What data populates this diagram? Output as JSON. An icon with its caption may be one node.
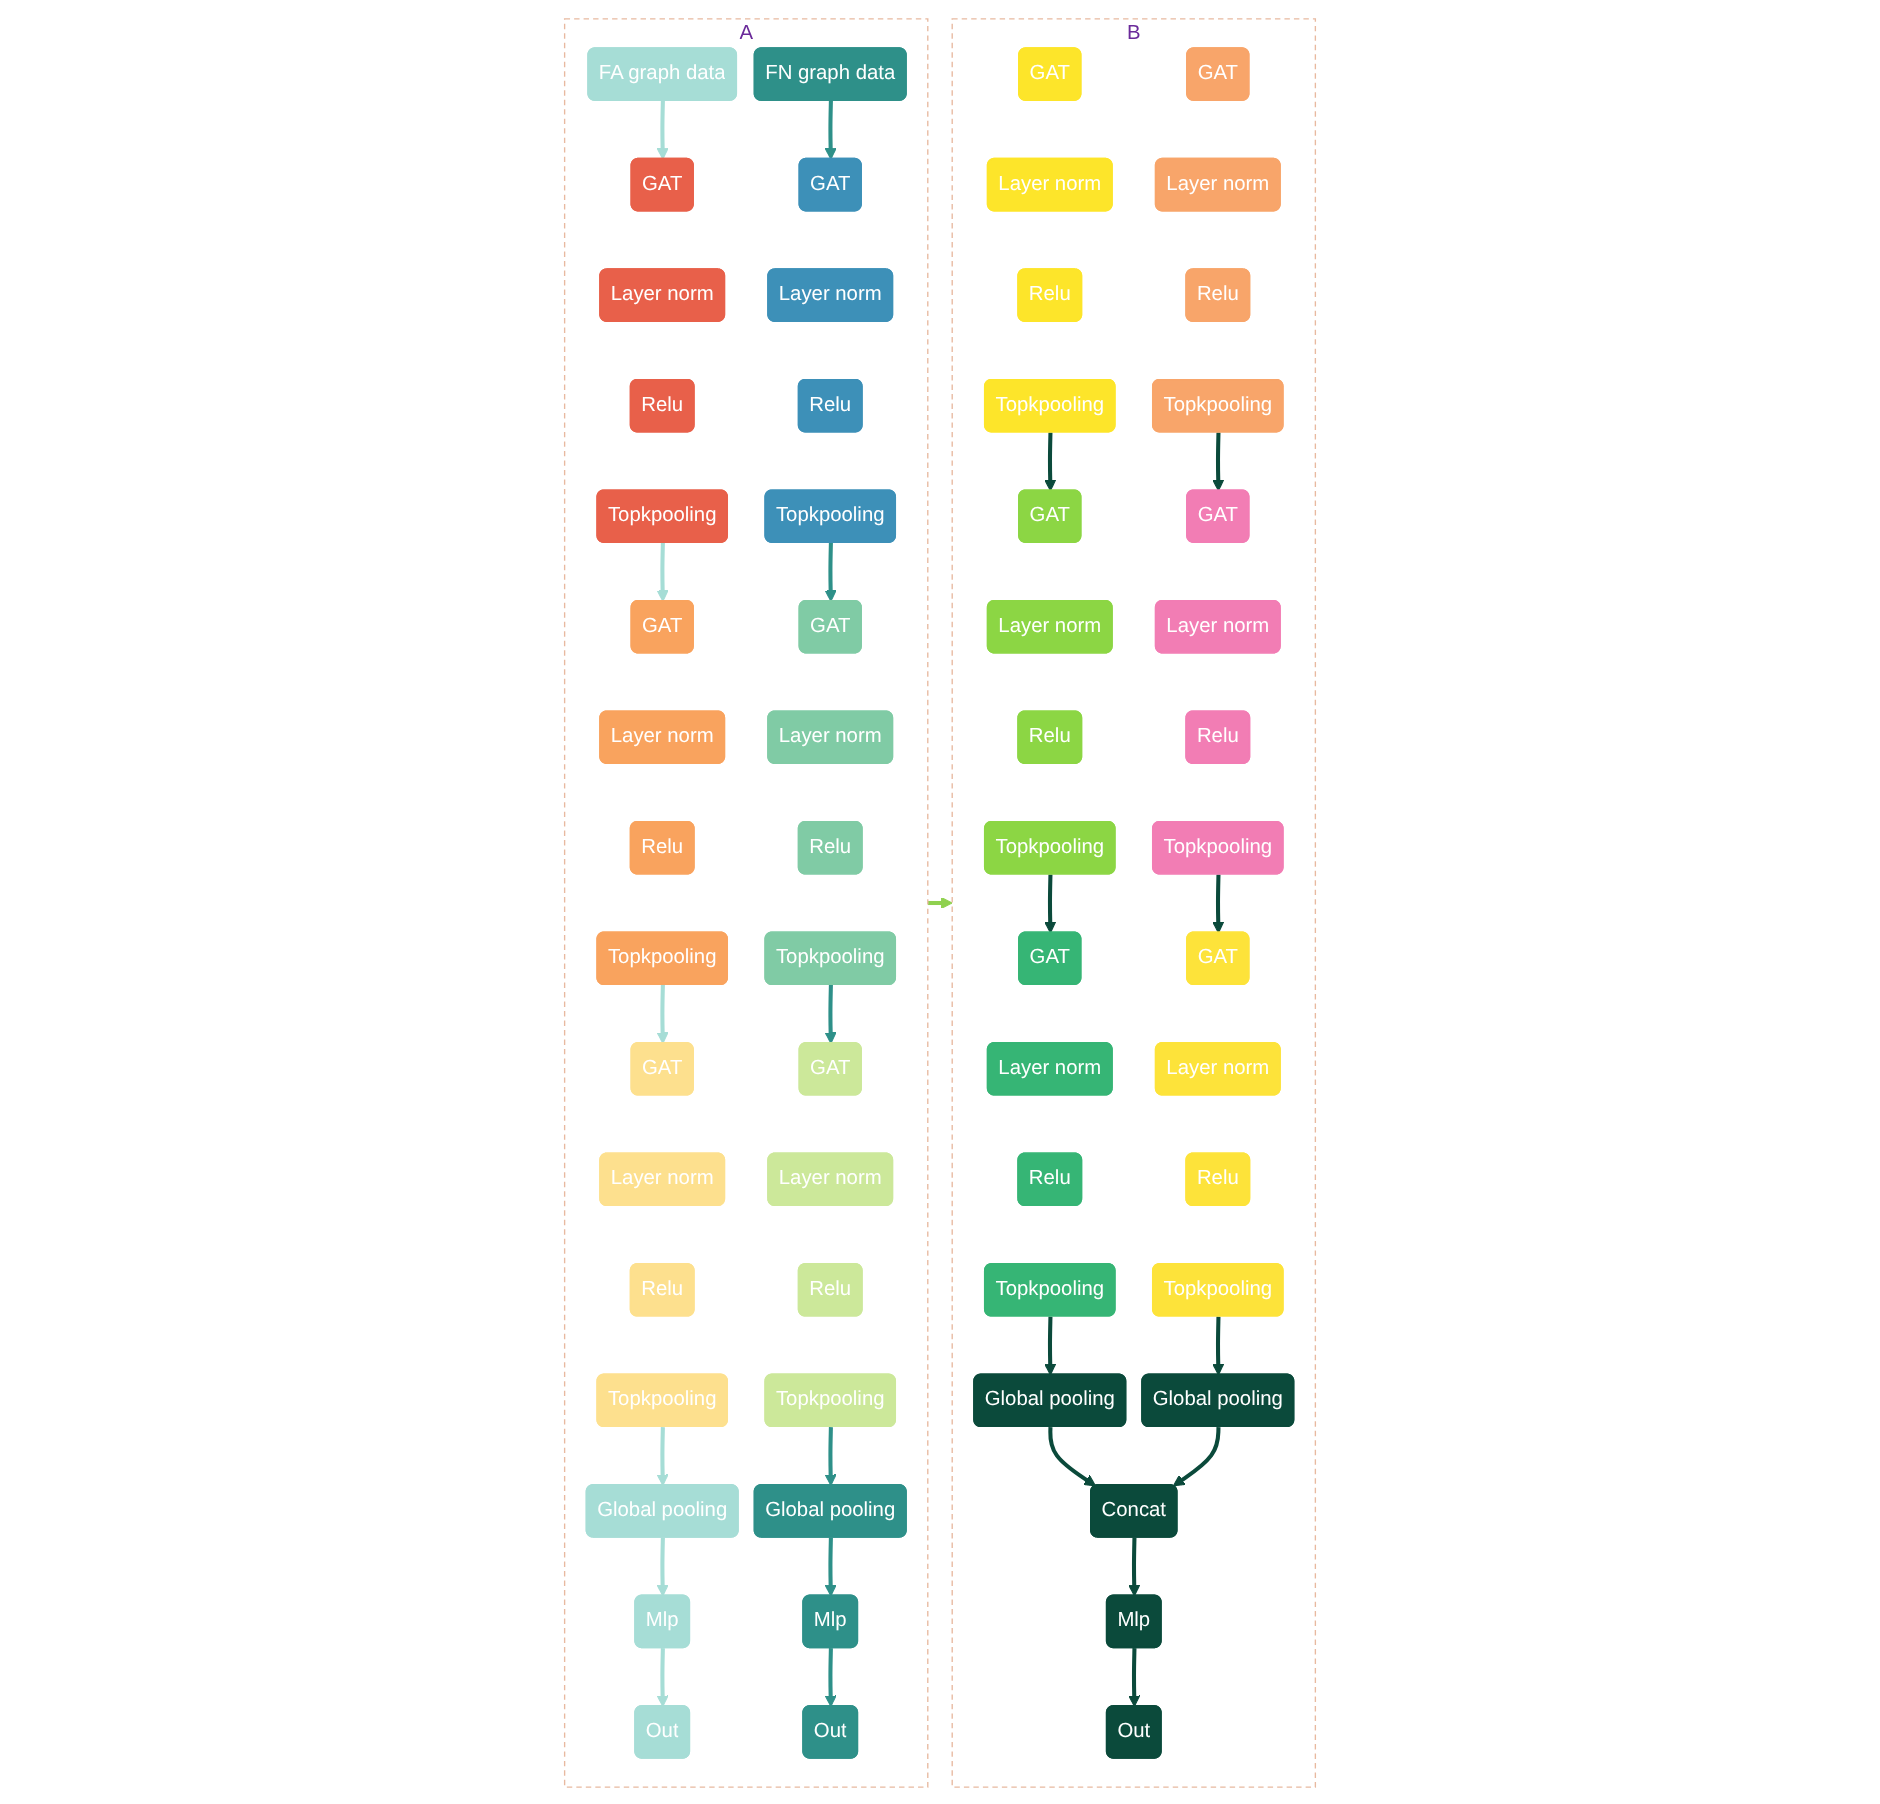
{
  "diagram": {
    "nodes": [
      {
        "text": [
          "A"
        ]
      },
      {
        "text": [
          "FA  graph data"
        ],
        "in": 0
      },
      {
        "text": [
          "GAT"
        ],
        "in": 0
      },
      {
        "text": [
          "Layer norm"
        ],
        "in": 0
      },
      {
        "text": [
          "Relu"
        ],
        "in": 0
      },
      {
        "text": [
          "Topkpooling"
        ],
        "in": 0
      },
      {
        "text": [
          "GAT"
        ],
        "in": 0
      },
      {
        "text": [
          "Layer norm"
        ],
        "in": 0
      },
      {
        "text": [
          "Relu"
        ],
        "in": 0
      },
      {
        "text": [
          "Topkpooling"
        ],
        "in": 0
      },
      {
        "text": [
          "GAT"
        ],
        "in": 0
      },
      {
        "text": [
          "Layer norm"
        ],
        "in": 0
      },
      {
        "text": [
          "Relu"
        ],
        "in": 0
      },
      {
        "text": [
          "Topkpooling"
        ],
        "in": 0
      },
      {
        "text": [
          "Global pooling"
        ],
        "in": 0
      },
      {
        "text": [
          "Mlp"
        ],
        "in": 0
      },
      {
        "text": [
          "Out"
        ],
        "in": 0
      },
      {
        "text": [
          "FN  graph data"
        ],
        "in": 0
      },
      {
        "text": [
          "GAT"
        ],
        "in": 0
      },
      {
        "text": [
          "Layer norm"
        ],
        "in": 0
      },
      {
        "text": [
          "Relu"
        ],
        "in": 0
      },
      {
        "text": [
          "Topkpooling"
        ],
        "in": 0
      },
      {
        "text": [
          "GAT"
        ],
        "in": 0
      },
      {
        "text": [
          "Layer norm"
        ],
        "in": 0
      },
      {
        "text": [
          "Relu"
        ],
        "in": 0
      },
      {
        "text": [
          "Topkpooling"
        ],
        "in": 0
      },
      {
        "text": [
          "GAT"
        ],
        "in": 0
      },
      {
        "text": [
          "Layer norm"
        ],
        "in": 0
      },
      {
        "text": [
          "Relu"
        ],
        "in": 0
      },
      {
        "text": [
          "Topkpooling"
        ],
        "in": 0
      },
      {
        "text": [
          "Global pooling"
        ],
        "in": 0
      },
      {
        "text": [
          "Mlp"
        ],
        "in": 0
      },
      {
        "text": [
          "Out"
        ],
        "in": 0
      },
      {
        "text": [
          "B"
        ]
      },
      {
        "text": [
          "GAT"
        ],
        "in": 33
      },
      {
        "text": [
          "Layer norm"
        ],
        "in": 33
      },
      {
        "text": [
          "Relu"
        ],
        "in": 33
      },
      {
        "text": [
          "Topkpooling"
        ],
        "in": 33
      },
      {
        "text": [
          "GAT"
        ],
        "in": 33
      },
      {
        "text": [
          "Layer norm"
        ],
        "in": 33
      },
      {
        "text": [
          "Relu"
        ],
        "in": 33
      },
      {
        "text": [
          "Topkpooling"
        ],
        "in": 33
      },
      {
        "text": [
          "GAT"
        ],
        "in": 33
      },
      {
        "text": [
          "Layer norm"
        ],
        "in": 33
      },
      {
        "text": [
          "Relu"
        ],
        "in": 33
      },
      {
        "text": [
          "Topkpooling"
        ],
        "in": 33
      },
      {
        "text": [
          "Global pooling"
        ],
        "in": 33
      },
      {
        "text": [
          "GAT"
        ],
        "in": 33
      },
      {
        "text": [
          "Layer norm"
        ],
        "in": 33
      },
      {
        "text": [
          "Relu"
        ],
        "in": 33
      },
      {
        "text": [
          "Topkpooling"
        ],
        "in": 33
      },
      {
        "text": [
          "GAT"
        ],
        "in": 33
      },
      {
        "text": [
          "Layer norm"
        ],
        "in": 33
      },
      {
        "text": [
          "Relu"
        ],
        "in": 33
      },
      {
        "text": [
          "Topkpooling"
        ],
        "in": 33
      },
      {
        "text": [
          "GAT"
        ],
        "in": 33
      },
      {
        "text": [
          "Layer norm"
        ],
        "in": 33
      },
      {
        "text": [
          "Relu"
        ],
        "in": 33
      },
      {
        "text": [
          "Topkpooling"
        ],
        "in": 33
      },
      {
        "text": [
          "Global pooling"
        ],
        "in": 33
      },
      {
        "text": [
          "Concat"
        ],
        "in": 33
      },
      {
        "text": [
          "Mlp"
        ],
        "in": 33
      },
      {
        "text": [
          "Out"
        ],
        "in": 33
      }
    ],
    "edges": [
      {
        "from": 1,
        "to": 2,
        "arrow": "to",
        "color": "#a6ddd6"
      },
      {
        "from": 5,
        "to": 6,
        "arrow": "to",
        "color": "#a6ddd6"
      },
      {
        "from": 9,
        "to": 10,
        "arrow": "to",
        "color": "#a6ddd6"
      },
      {
        "from": 13,
        "to": 14,
        "arrow": "to",
        "color": "#a6ddd6"
      },
      {
        "from": 14,
        "to": 15,
        "arrow": "to",
        "color": "#a6ddd6"
      },
      {
        "from": 15,
        "to": 16,
        "arrow": "to",
        "color": "#a6ddd6"
      },
      {
        "from": 17,
        "to": 18,
        "arrow": "to",
        "color": "#2e9089"
      },
      {
        "from": 21,
        "to": 22,
        "arrow": "to",
        "color": "#2e9089"
      },
      {
        "from": 25,
        "to": 26,
        "arrow": "to",
        "color": "#2e9089"
      },
      {
        "from": 29,
        "to": 30,
        "arrow": "to",
        "color": "#2e9089"
      },
      {
        "from": 30,
        "to": 31,
        "arrow": "to",
        "color": "#2e9089"
      },
      {
        "from": 31,
        "to": 32,
        "arrow": "to",
        "color": "#2e9089"
      },
      {
        "from": 0,
        "to": 33,
        "arrow": "to",
        "color": "#8fd14f"
      },
      {
        "from": 37,
        "to": 38,
        "arrow": "to"
      },
      {
        "from": 41,
        "to": 42,
        "arrow": "to"
      },
      {
        "from": 45,
        "to": 46,
        "arrow": "to"
      },
      {
        "from": 50,
        "to": 51,
        "arrow": "to"
      },
      {
        "from": 54,
        "to": 55,
        "arrow": "to"
      },
      {
        "from": 58,
        "to": 59,
        "arrow": "to"
      },
      {
        "from": 46,
        "to": 60,
        "arrow": "to"
      },
      {
        "from": 59,
        "to": 60,
        "arrow": "to"
      },
      {
        "from": 60,
        "to": 61,
        "arrow": "to"
      },
      {
        "from": 61,
        "to": 62,
        "arrow": "to"
      }
    ]
  }
}
